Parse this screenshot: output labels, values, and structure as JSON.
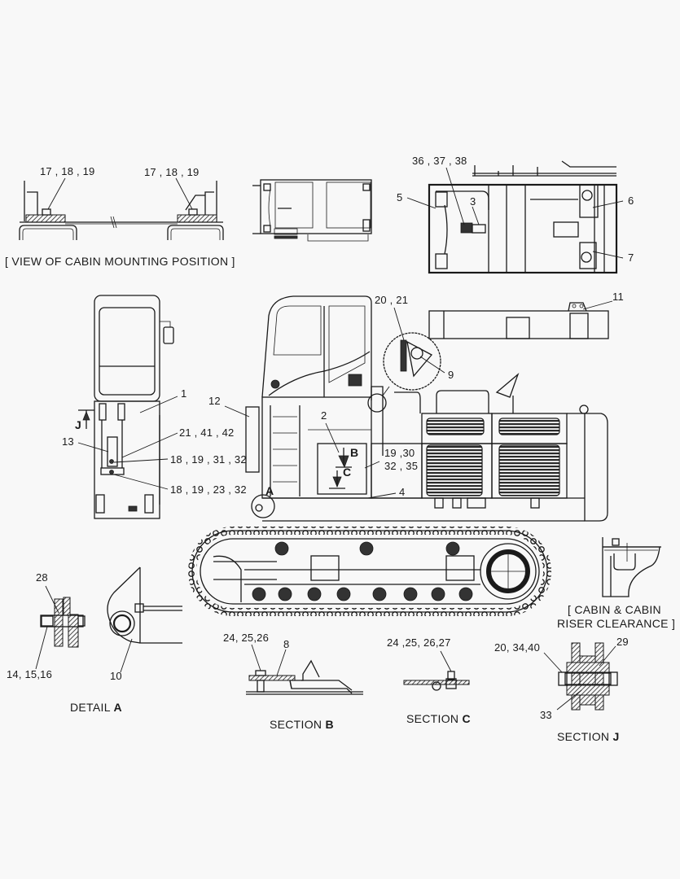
{
  "diagram": {
    "type": "exploded parts diagram",
    "subject": "Excavator cabin mounting",
    "background_color": "#f8f8f8",
    "line_color": "#1a1a1a"
  },
  "views": {
    "cabin_mounting_position": {
      "caption": "[ VIEW OF CABIN MOUNTING POSITION ]",
      "labels": [
        "17 , 18 , 19",
        "17 , 18 , 19"
      ]
    },
    "top_plan": {
      "labels": [
        "36 , 37 , 38",
        "3",
        "5",
        "6",
        "7"
      ]
    },
    "front_cabin": {
      "labels": [
        "1",
        "21 , 41 , 42",
        "13",
        "18 , 19 , 31 , 32",
        "18 , 19 , 23 , 32"
      ],
      "section_marker": "J"
    },
    "side_view": {
      "labels": [
        "12",
        "20 , 21",
        "9",
        "11",
        "2",
        "19 ,30",
        "32 , 35",
        "4"
      ],
      "markers": [
        "A",
        "B",
        "C"
      ]
    },
    "detail_a": {
      "caption_prefix": "DETAIL",
      "caption_letter": "A",
      "labels": [
        "28",
        "14, 15,16",
        "10"
      ]
    },
    "section_b": {
      "caption_prefix": "SECTION",
      "caption_letter": "B",
      "labels": [
        "24, 25,26",
        "8"
      ]
    },
    "section_c": {
      "caption_prefix": "SECTION",
      "caption_letter": "C",
      "labels": [
        "24 ,25, 26,27"
      ]
    },
    "cabin_riser": {
      "caption_line1": "[ CABIN & CABIN",
      "caption_line2": "RISER CLEARANCE ]"
    },
    "section_j": {
      "caption_prefix": "SECTION",
      "caption_letter": "J",
      "labels": [
        "20, 34,40",
        "29",
        "33"
      ]
    }
  }
}
